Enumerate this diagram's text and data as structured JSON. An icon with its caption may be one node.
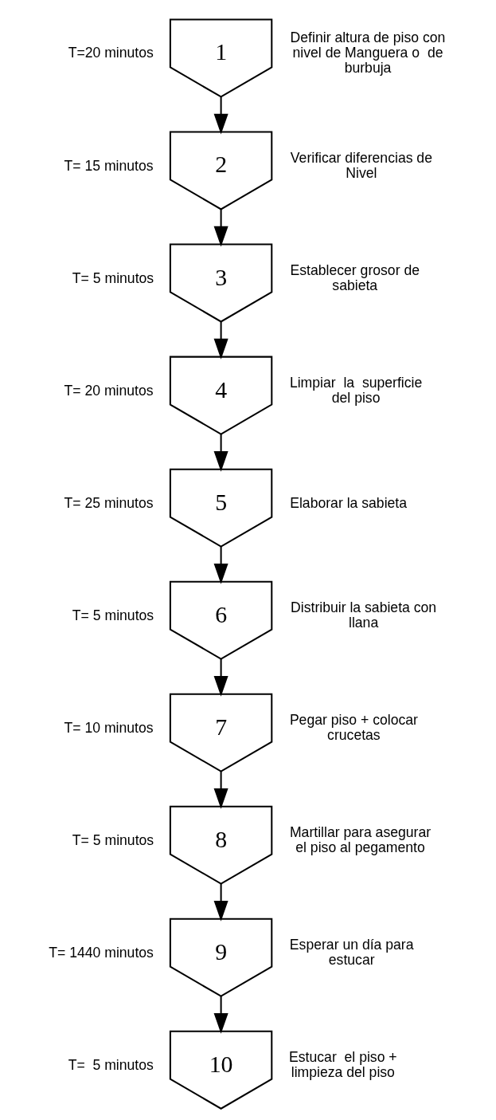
{
  "diagram": {
    "nodes": [
      {
        "text": [
          "1"
        ],
        "beside": [
          "T=20 minutos",
          "Definir altura de piso con nivel de Manguera o  de burbuja"
        ]
      },
      {
        "text": [
          "2"
        ],
        "beside": [
          "T= 15 minutos",
          "Verificar diferencias de Nivel"
        ]
      },
      {
        "text": [
          "3"
        ],
        "beside": [
          "T= 5 minutos",
          "Establecer grosor de sabieta"
        ]
      },
      {
        "text": [
          "4"
        ],
        "beside": [
          "T= 20 minutos",
          "Limpiar  la  superficie del piso"
        ]
      },
      {
        "text": [
          "5"
        ],
        "beside": [
          "T= 25 minutos",
          "Elaborar la sabieta"
        ]
      },
      {
        "text": [
          "6"
        ],
        "beside": [
          "T= 5 minutos",
          "Distribuir la sabieta con llana"
        ]
      },
      {
        "text": [
          "7"
        ],
        "beside": [
          "T= 10 minutos",
          "Pegar piso + colocar crucetas"
        ]
      },
      {
        "text": [
          "8"
        ],
        "beside": [
          "T= 5 minutos",
          "Martillar para asegurar  el piso al pegamento"
        ]
      },
      {
        "text": [
          "9"
        ],
        "beside": [
          "T= 1440 minutos",
          "Esperar un día para estucar"
        ]
      },
      {
        "text": [
          "10"
        ],
        "beside": [
          "T=  5 minutos",
          "Estucar  el piso + limpieza del piso"
        ]
      }
    ],
    "edges": [
      {
        "from": 0,
        "to": 1,
        "arrow": "to"
      },
      {
        "from": 1,
        "to": 2,
        "arrow": "to"
      },
      {
        "from": 2,
        "to": 3,
        "arrow": "to"
      },
      {
        "from": 3,
        "to": 4,
        "arrow": "to"
      },
      {
        "from": 4,
        "to": 5,
        "arrow": "to"
      },
      {
        "from": 5,
        "to": 6,
        "arrow": "to"
      },
      {
        "from": 6,
        "to": 7,
        "arrow": "to"
      },
      {
        "from": 7,
        "to": 8,
        "arrow": "to"
      },
      {
        "from": 8,
        "to": 9,
        "arrow": "to"
      }
    ]
  }
}
